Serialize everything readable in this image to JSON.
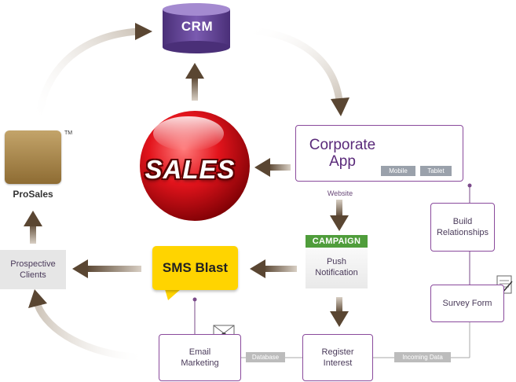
{
  "nodes": {
    "crm": "CRM",
    "sales": "SALES",
    "corporate_app": [
      "Corporate",
      "App"
    ],
    "mobile": "Mobile",
    "tablet": "Tablet",
    "website": "Website",
    "campaign": "CAMPAIGN",
    "push_notification": [
      "Push",
      "Notification"
    ],
    "sms_blast": "SMS Blast",
    "prospective_clients": [
      "Prospective",
      "Clients"
    ],
    "prosales": "ProSales",
    "prosales_tm": "TM",
    "email_marketing": [
      "Email",
      "Marketing"
    ],
    "register_interest": [
      "Register",
      "Interest"
    ],
    "build_relationships": [
      "Build",
      "Relationships"
    ],
    "survey_form": "Survey Form"
  },
  "connectors": {
    "database": "Database",
    "incoming_data": "Incoming Data"
  },
  "colors": {
    "crm": "#6b4a9a",
    "sales": "#d8101a",
    "box_border": "#8a4a9c",
    "sms": "#ffd400",
    "campaign": "#4f9d3b",
    "prosales": "#a8874d",
    "arrow": "#5a4632"
  }
}
